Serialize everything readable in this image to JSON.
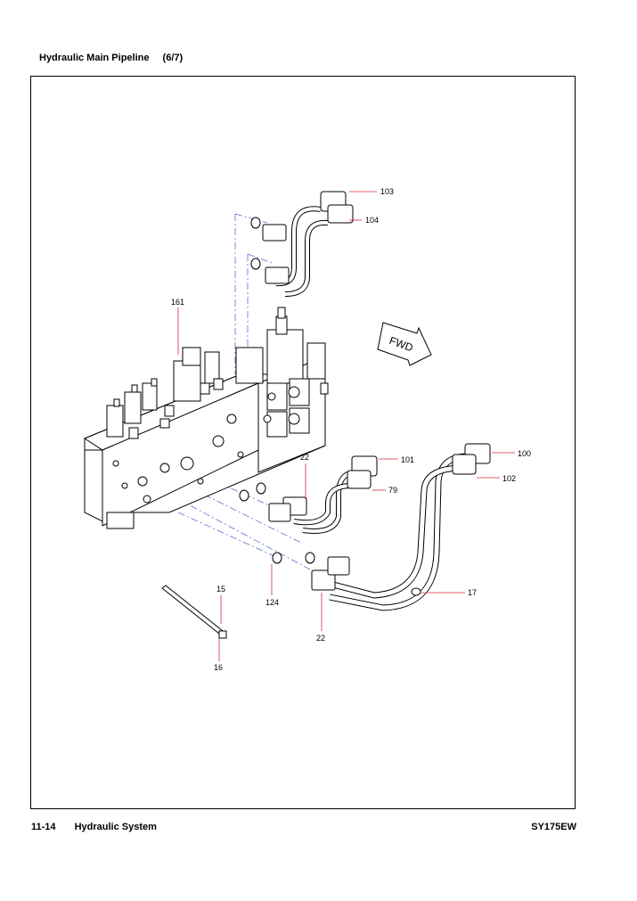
{
  "header": {
    "title": "Hydraulic Main Pipeline",
    "page": "(6/7)"
  },
  "footer": {
    "page_number": "11-14",
    "section": "Hydraulic System",
    "model": "SY175EW"
  },
  "diagram": {
    "direction_label": "FWD",
    "callouts": [
      "103",
      "104",
      "161",
      "22",
      "101",
      "100",
      "102",
      "79",
      "15",
      "124",
      "17",
      "22",
      "16"
    ],
    "leader_color": "#d62a3a"
  }
}
